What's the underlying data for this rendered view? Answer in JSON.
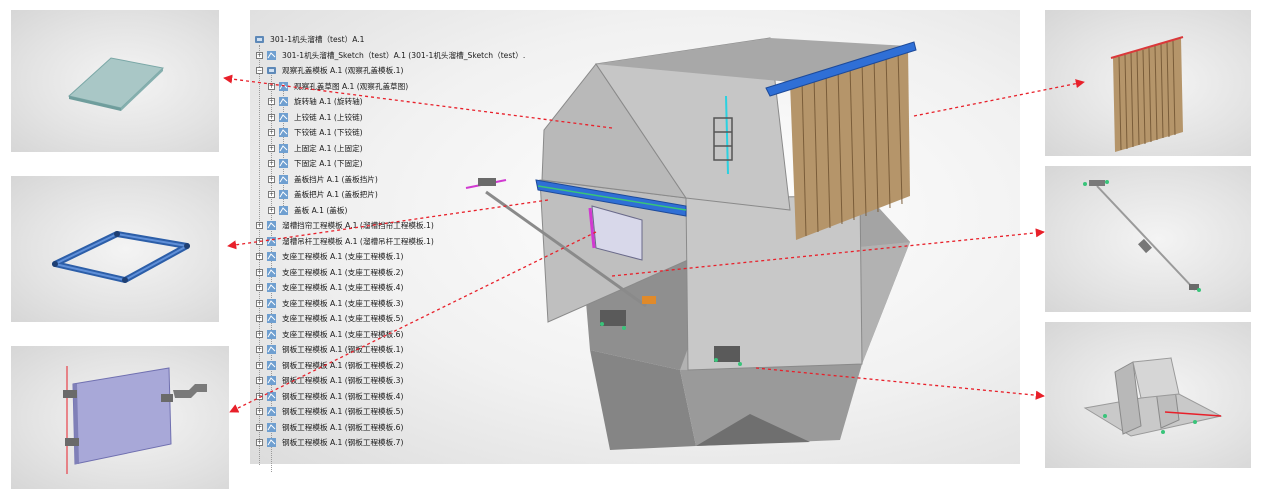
{
  "tree": {
    "root": "301-1机头溜槽（test）A.1",
    "sketch": "301-1机头溜槽_Sketch（test）A.1 (301-1机头溜槽_Sketch（test）.",
    "group": "观察孔盖模板 A.1 (观察孔盖模板.1)",
    "sub_items": [
      "观察孔盖草图 A.1 (观察孔盖草图)",
      "旋转轴 A.1 (旋转轴)",
      "上铰链 A.1 (上铰链)",
      "下铰链 A.1 (下铰链)",
      "上固定 A.1 (上固定)",
      "下固定 A.1 (下固定)",
      "盖板挡片 A.1 (盖板挡片)",
      "盖板把片 A.1 (盖板把片)",
      "盖板 A.1 (盖板)"
    ],
    "items": [
      "溜槽挡帘工程模板 A.1 (溜槽挡帘工程模板.1)",
      "溜槽吊杆工程模板 A.1 (溜槽吊杆工程模板.1)",
      "支座工程模板 A.1 (支座工程模板.1)",
      "支座工程模板 A.1 (支座工程模板.2)",
      "支座工程模板 A.1 (支座工程模板.4)",
      "支座工程模板 A.1 (支座工程模板.3)",
      "支座工程模板 A.1 (支座工程模板.5)",
      "支座工程模板 A.1 (支座工程模板.6)",
      "钢板工程模板 A.1 (钢板工程模板.1)",
      "钢板工程模板 A.1 (钢板工程模板.2)",
      "钢板工程模板 A.1 (钢板工程模板.3)",
      "钢板工程模板 A.1 (钢板工程模板.4)",
      "钢板工程模板 A.1 (钢板工程模板.5)",
      "钢板工程模板 A.1 (钢板工程模板.6)",
      "钢板工程模板 A.1 (钢板工程模板.7)"
    ]
  },
  "thumbnails": [
    {
      "part": "plate"
    },
    {
      "part": "frame"
    },
    {
      "part": "door-panel"
    },
    {
      "part": "curtain"
    },
    {
      "part": "hanger-rod"
    },
    {
      "part": "support"
    }
  ],
  "colors": {
    "arrow": "#e8202a",
    "steel": "#9a9a9a",
    "curtain": "#b5956a",
    "accent_blue": "#2f6fd6",
    "accent_green": "#39c47a",
    "accent_magenta": "#d13ad1",
    "accent_cyan": "#2ad1e0"
  }
}
